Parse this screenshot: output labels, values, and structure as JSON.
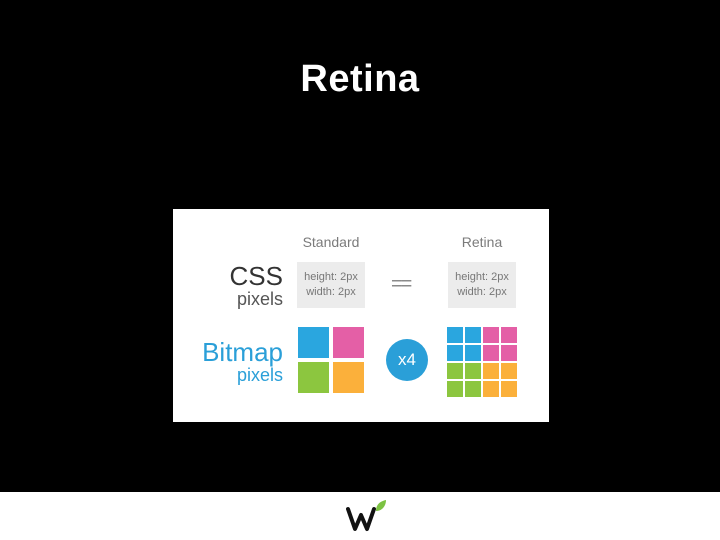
{
  "slide": {
    "title": "Retina"
  },
  "figure": {
    "standard_label": "Standard",
    "retina_label": "Retina",
    "css_label": "CSS",
    "css_sub": "pixels",
    "bitmap_label": "Bitmap",
    "bitmap_sub": "pixels",
    "standard_height": "height: 2px",
    "standard_width": "width: 2px",
    "retina_height": "height: 2px",
    "retina_width": "width: 2px",
    "equals": "==",
    "multiplier": "x4",
    "colors": {
      "blue": "#2aa6df",
      "pink": "#e45fa6",
      "green": "#8cc63f",
      "orange": "#fbb03b",
      "bitmap_text": "#2a9fd8"
    }
  },
  "footer": {
    "logo": "w-leaf-logo"
  }
}
